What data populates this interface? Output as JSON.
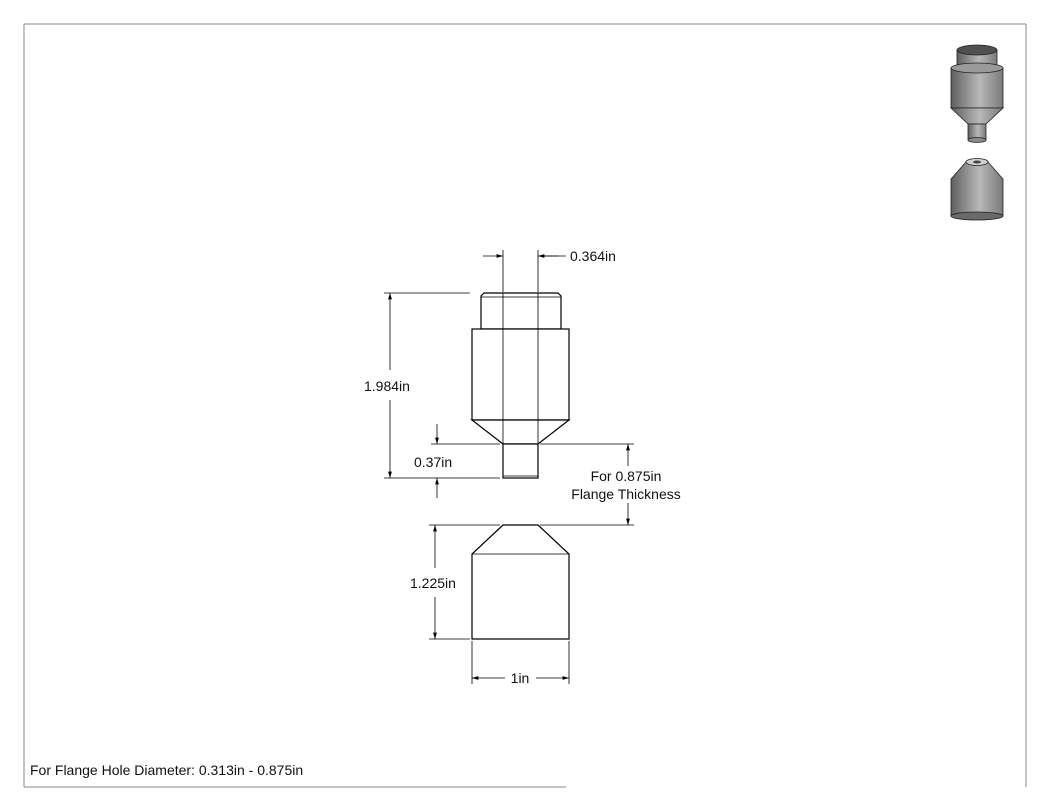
{
  "dimensions": {
    "pin_tip_width": "0.364in",
    "punch_height": "1.984in",
    "pin_length": "0.37in",
    "flange_note_line1": "For 0.875in",
    "flange_note_line2": "Flange Thickness",
    "die_height": "1.225in",
    "die_width": "1in"
  },
  "footer_note": "For Flange Hole Diameter: 0.313in - 0.875in",
  "colors": {
    "shade_dark": "#6e6e6e",
    "shade_light": "#b8b8b8",
    "line": "#000000"
  },
  "thumbnails": [
    "punch-3d-icon",
    "die-3d-icon"
  ]
}
